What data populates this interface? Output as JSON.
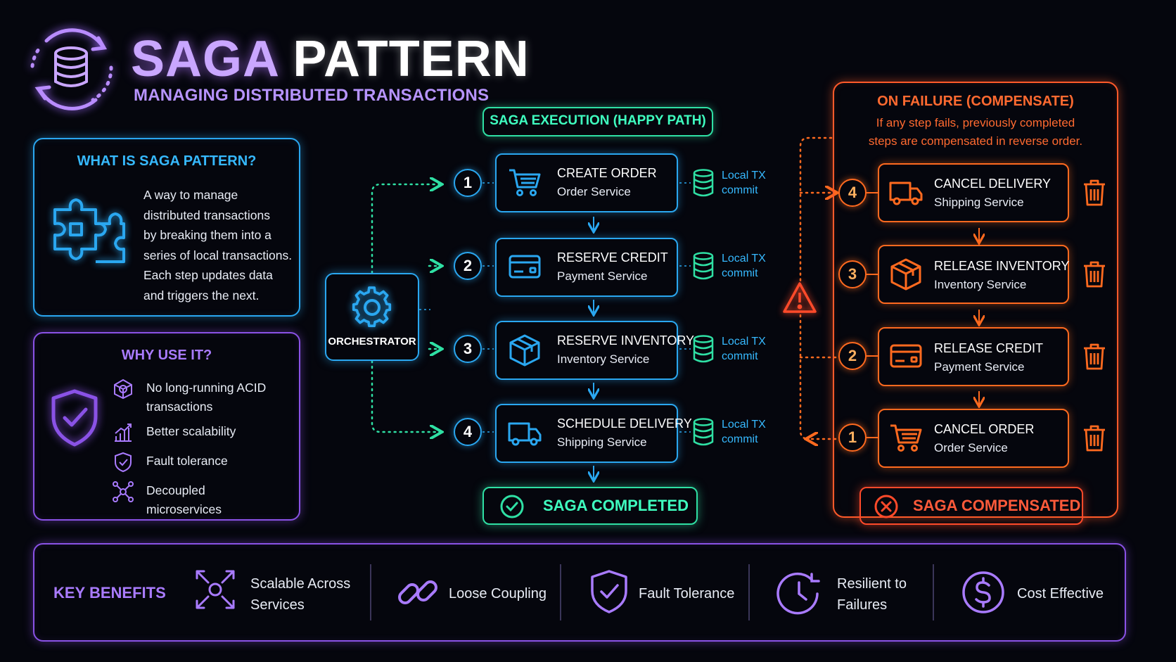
{
  "header": {
    "title_part1": "SAGA",
    "title_part2": "PATTERN",
    "subtitle": "MANAGING DISTRIBUTED TRANSACTIONS"
  },
  "what": {
    "title": "WHAT IS SAGA PATTERN?",
    "lines": [
      "A way to manage",
      "distributed transactions",
      "by breaking them into a",
      "series of local transactions.",
      "Each step updates data",
      "and triggers the next."
    ]
  },
  "why": {
    "title": "WHY USE IT?",
    "items": [
      {
        "icon": "cube-icon",
        "lines": [
          "No long-running ACID",
          "transactions"
        ]
      },
      {
        "icon": "growth-chart-icon",
        "lines": [
          "Better scalability"
        ]
      },
      {
        "icon": "shield-check-icon",
        "lines": [
          "Fault tolerance"
        ]
      },
      {
        "icon": "network-icon",
        "lines": [
          "Decoupled microservices"
        ]
      }
    ]
  },
  "orchestrator": {
    "label": "ORCHESTRATOR"
  },
  "happy_path": {
    "title": "SAGA EXECUTION (HAPPY PATH)",
    "steps": [
      {
        "num": "1",
        "title": "CREATE ORDER",
        "service": "Order Service",
        "icon": "cart-icon"
      },
      {
        "num": "2",
        "title": "RESERVE CREDIT",
        "service": "Payment Service",
        "icon": "card-icon"
      },
      {
        "num": "3",
        "title": "RESERVE INVENTORY",
        "service": "Inventory Service",
        "icon": "box-icon"
      },
      {
        "num": "4",
        "title": "SCHEDULE DELIVERY",
        "service": "Shipping Service",
        "icon": "truck-icon"
      }
    ],
    "local_tx_line1": "Local TX",
    "local_tx_line2": "commit",
    "completed": "SAGA COMPLETED"
  },
  "failure": {
    "title": "ON FAILURE (COMPENSATE)",
    "desc_line1": "If any step fails, previously completed",
    "desc_line2": "steps are compensated in reverse order.",
    "steps": [
      {
        "num": "4",
        "title": "CANCEL DELIVERY",
        "service": "Shipping Service",
        "icon": "truck-icon"
      },
      {
        "num": "3",
        "title": "RELEASE INVENTORY",
        "service": "Inventory Service",
        "icon": "box-icon"
      },
      {
        "num": "2",
        "title": "RELEASE CREDIT",
        "service": "Payment Service",
        "icon": "card-icon"
      },
      {
        "num": "1",
        "title": "CANCEL ORDER",
        "service": "Order Service",
        "icon": "cart-icon"
      }
    ],
    "compensated": "SAGA COMPENSATED"
  },
  "benefits": {
    "title": "KEY BENEFITS",
    "items": [
      {
        "icon": "expand-arrows-icon",
        "lines": [
          "Scalable Across",
          "Services"
        ]
      },
      {
        "icon": "link-icon",
        "lines": [
          "Loose Coupling"
        ]
      },
      {
        "icon": "shield-check-icon",
        "lines": [
          "Fault Tolerance"
        ]
      },
      {
        "icon": "clock-icon",
        "lines": [
          "Resilient to",
          "Failures"
        ]
      },
      {
        "icon": "dollar-icon",
        "lines": [
          "Cost Effective"
        ]
      }
    ]
  },
  "colors": {
    "background": "#05060d",
    "blue": "#2aa7f0",
    "green": "#3fffc0",
    "purple": "#a97bff",
    "orange": "#ff6a1f",
    "red": "#ff4a2a"
  }
}
